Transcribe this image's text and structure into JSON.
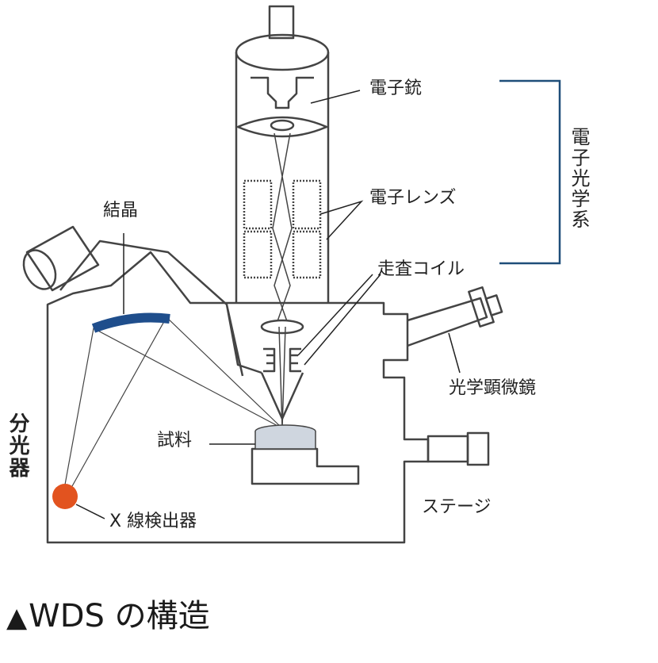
{
  "diagram": {
    "labels": {
      "electron_gun": "電子銃",
      "electron_lens": "電子レンズ",
      "scan_coil": "走査コイル",
      "electron_optics_system": "電子光学系",
      "crystal": "結晶",
      "spectrometer": "分光器",
      "sample": "試料",
      "xray_detector": "X 線検出器",
      "optical_microscope": "光学顕微鏡",
      "stage": "ステージ"
    },
    "colors": {
      "line": "#444444",
      "crystal": "#1f4e8c",
      "detector": "#e2531f",
      "bracket": "#1f4e79",
      "sample_fill": "#cfd6df"
    }
  },
  "caption": {
    "marker": "▲",
    "text": "WDS の構造"
  }
}
